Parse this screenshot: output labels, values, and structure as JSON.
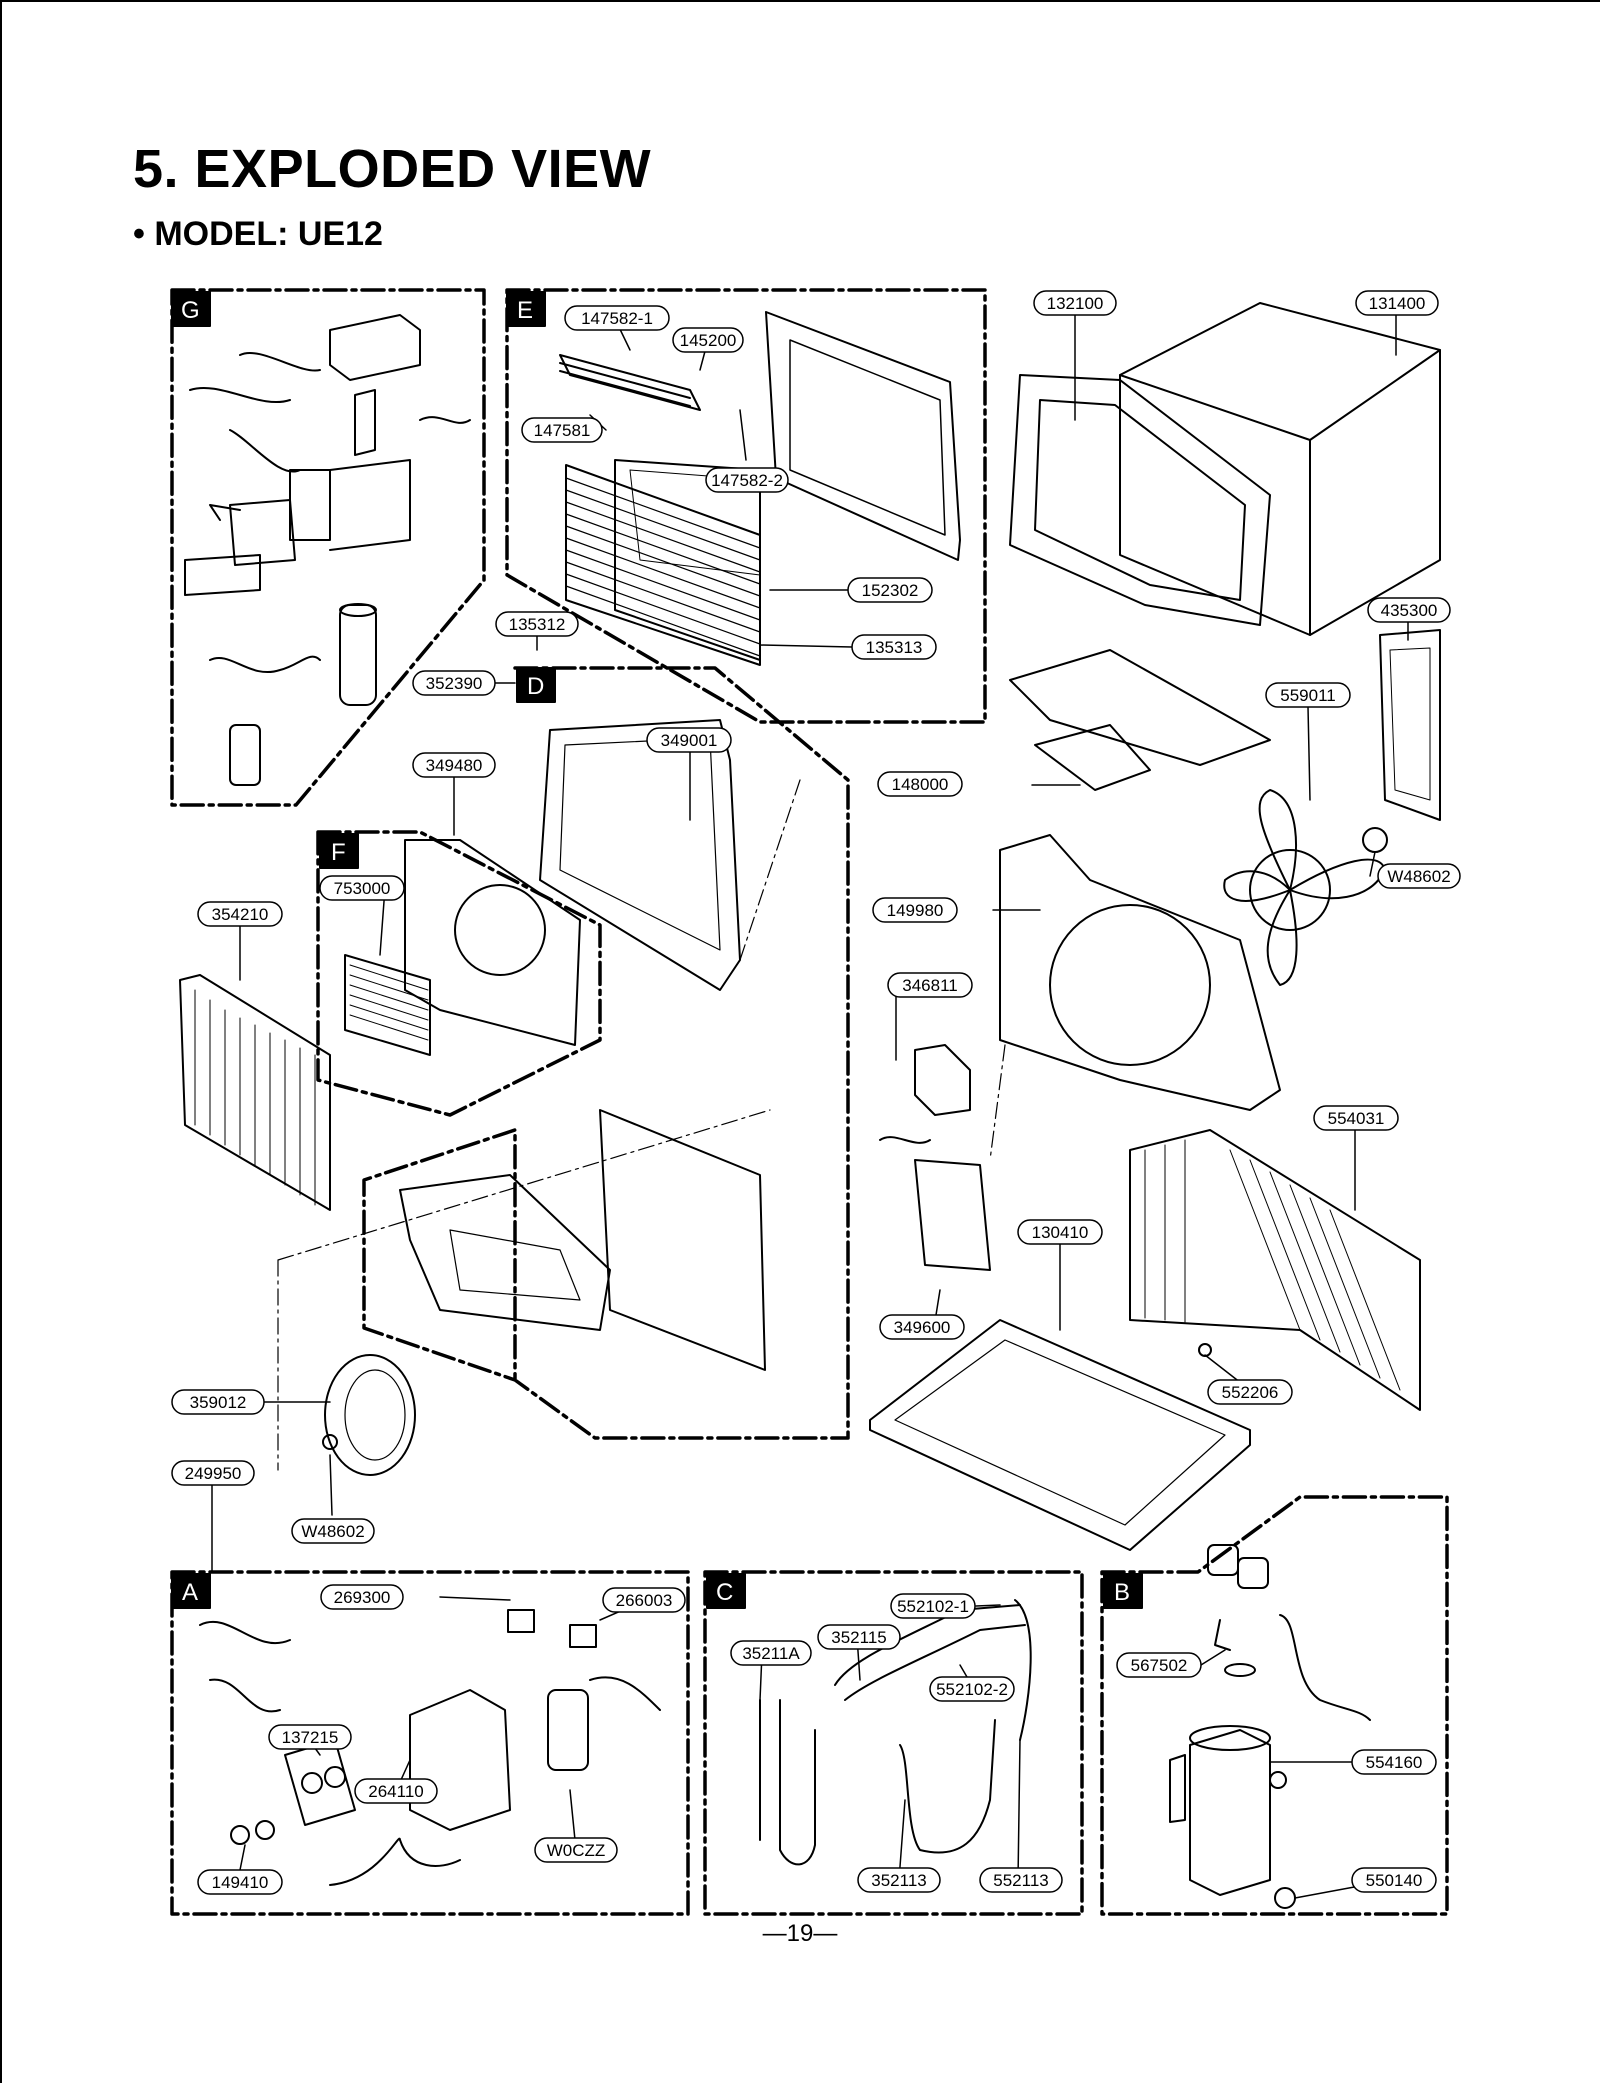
{
  "header": {
    "title": "5. EXPLODED VIEW",
    "subtitle": "• MODEL: UE12"
  },
  "footer": {
    "page": "—19—"
  },
  "sections": {
    "G": "G",
    "E": "E",
    "D": "D",
    "F": "F",
    "A": "A",
    "C": "C",
    "B": "B"
  },
  "parts": {
    "p147582_1": "147582-1",
    "p145200": "145200",
    "p147581": "147581",
    "p147582_2": "147582-2",
    "p152302": "152302",
    "p135313": "135313",
    "p135312": "135312",
    "p132100": "132100",
    "p131400": "131400",
    "p435300": "435300",
    "p559011": "559011",
    "p148000": "148000",
    "pW48602_top": "W48602",
    "p149980": "149980",
    "p346811": "346811",
    "p352390": "352390",
    "p349001": "349001",
    "p349480": "349480",
    "p753000": "753000",
    "p354210": "354210",
    "p554031": "554031",
    "p130410": "130410",
    "p349600": "349600",
    "p552206": "552206",
    "p359012": "359012",
    "p249950": "249950",
    "pW48602_bot": "W48602",
    "p269300": "269300",
    "p266003": "266003",
    "p137215": "137215",
    "p264110": "264110",
    "pW0CZZ": "W0CZZ",
    "p149410": "149410",
    "p552102_1": "552102-1",
    "p35211A": "35211A",
    "p352115": "352115",
    "p552102_2": "552102-2",
    "p352113": "352113",
    "p552113": "552113",
    "p567502": "567502",
    "p554160": "554160",
    "p550140": "550140"
  }
}
